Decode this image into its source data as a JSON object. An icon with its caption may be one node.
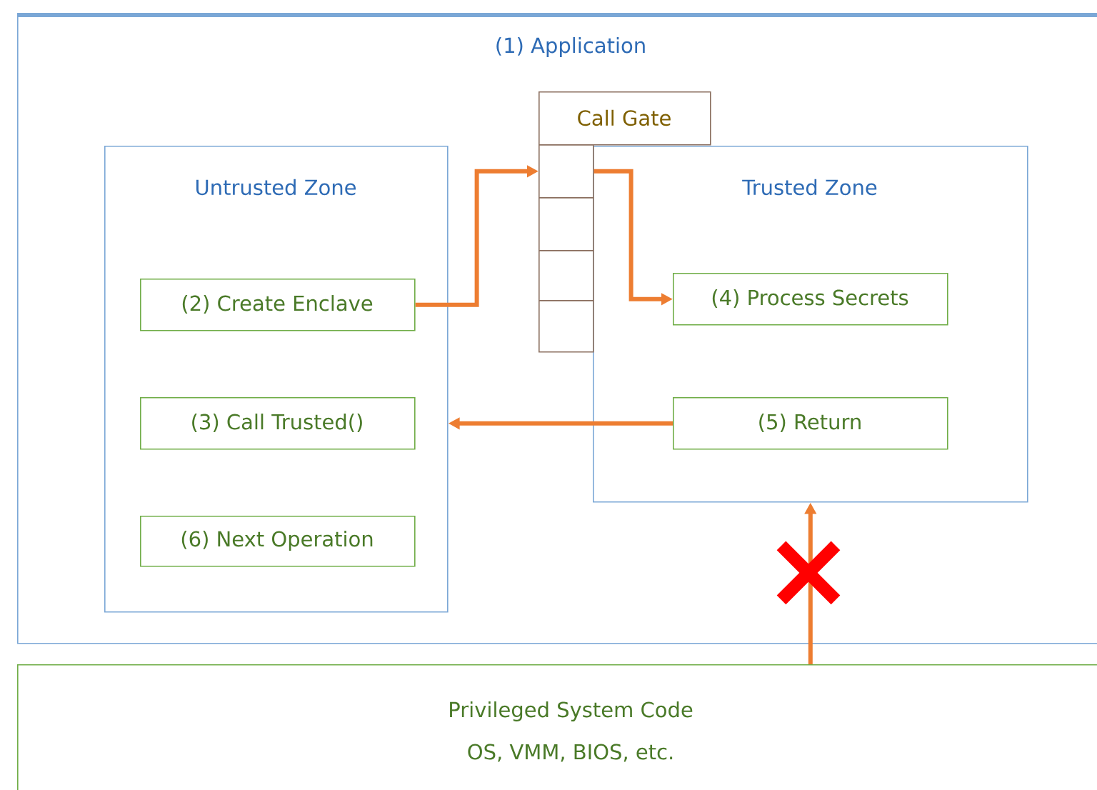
{
  "diagram": {
    "nodes": [
      {
        "text": [
          "(1) Application"
        ]
      },
      {
        "text": [
          "Untrusted Zone"
        ],
        "in": 0
      },
      {
        "text": [
          "(2) Create Enclave"
        ],
        "in": 1
      },
      {
        "text": [
          "(3) Call Trusted()"
        ],
        "in": 1
      },
      {
        "text": [
          "(6) Next Operation"
        ],
        "in": 1
      },
      {
        "text": [
          "Trusted Zone"
        ],
        "in": 0
      },
      {
        "text": [
          "(4) Process Secrets"
        ],
        "in": 5
      },
      {
        "text": [
          "(5) Return"
        ],
        "in": 5
      },
      {
        "text": [
          "Call Gate"
        ],
        "in": 0
      },
      {
        "text": [],
        "shape": "box",
        "in": 0
      },
      {
        "text": [],
        "shape": "box",
        "in": 0
      },
      {
        "text": [],
        "shape": "box",
        "in": 0
      },
      {
        "text": [],
        "shape": "box",
        "in": 0
      },
      {
        "text": [
          "Privileged System Code",
          "OS, VMM, BIOS, etc."
        ]
      }
    ],
    "edges": [
      {
        "from": 2,
        "to": 9,
        "arrow": "to"
      },
      {
        "from": 9,
        "to": 6,
        "arrow": "to"
      },
      {
        "from": 7,
        "to": 1,
        "arrow": "to"
      },
      {
        "from": 13,
        "to": 5,
        "arrow": "to"
      }
    ]
  }
}
